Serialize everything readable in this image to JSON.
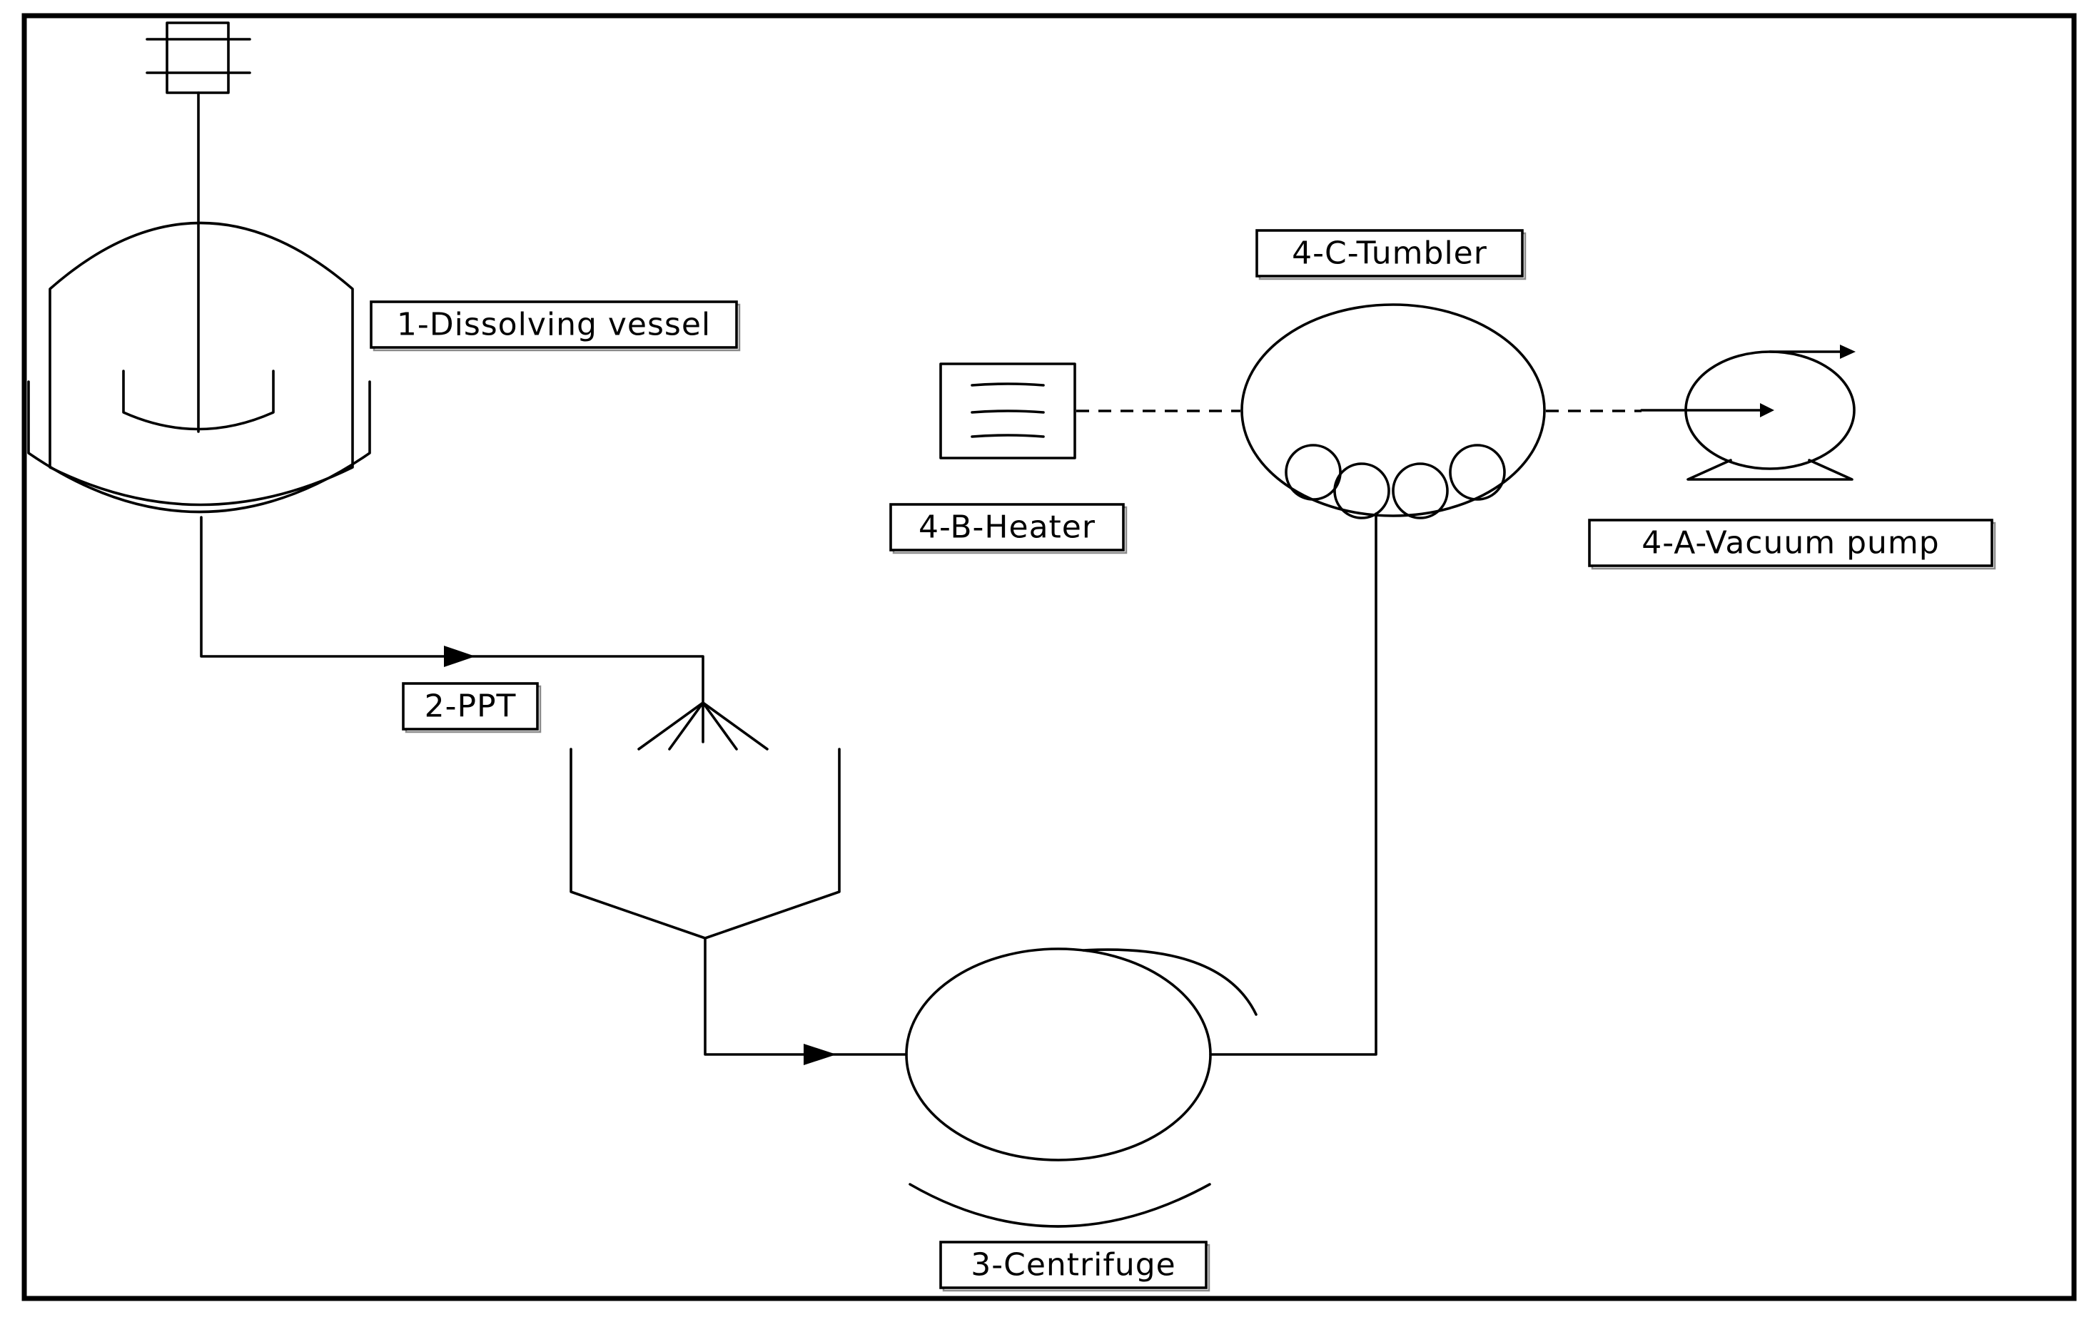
{
  "labels": {
    "dissolving_vessel": "1-Dissolving vessel",
    "ppt": "2-PPT",
    "centrifuge": "3-Centrifuge",
    "vacuum_pump": "4-A-Vacuum pump",
    "heater": "4-B-Heater",
    "tumbler": "4-C-Tumbler"
  },
  "colors": {
    "stroke": "#000000",
    "background": "#ffffff"
  }
}
